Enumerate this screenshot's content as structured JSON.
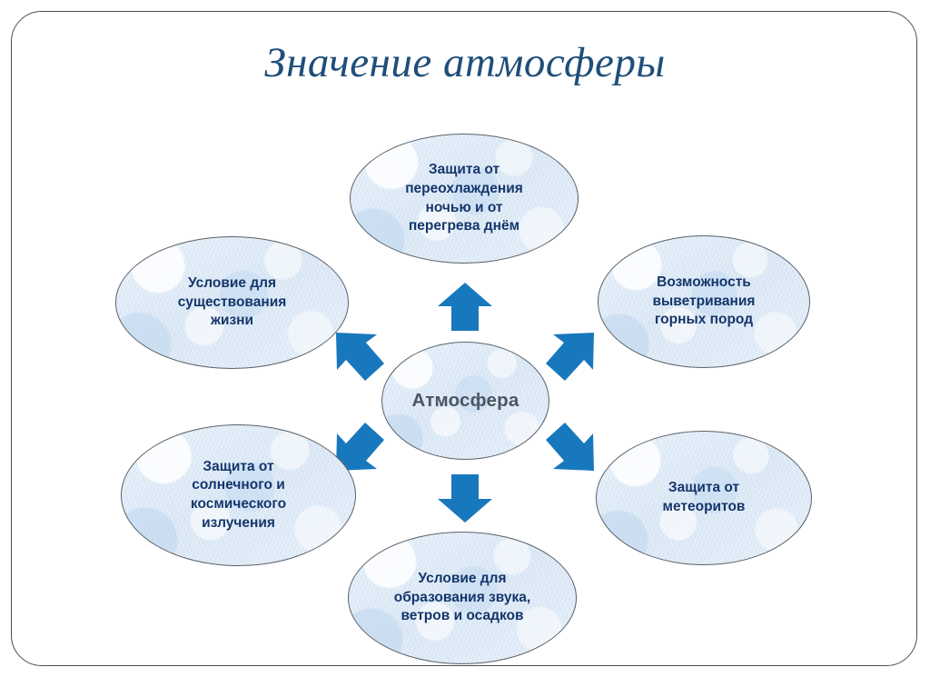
{
  "slide": {
    "title": "Значение атмосферы",
    "background_color": "#ffffff",
    "frame_color": "#4d4d4d",
    "title_color": "#1f4e79"
  },
  "diagram": {
    "type": "radial-hub-and-spoke",
    "node_fill_color": "#dde9f6",
    "node_border_color": "#5b6269",
    "node_text_color": "#15366b",
    "arrow_color": "#1878bd",
    "center": {
      "label": "Атмосфера",
      "text_color": "#4a5663"
    },
    "nodes": [
      {
        "position": "top",
        "label": "Защита от переохлаждения ночью и от перегрева днём",
        "lines": [
          "Защита от",
          "переохлаждения",
          "ночью и от",
          "перегрева днём"
        ]
      },
      {
        "position": "top-right",
        "label": "Возможность выветривания горных пород",
        "lines": [
          "Возможность",
          "выветривания",
          "горных пород"
        ]
      },
      {
        "position": "bottom-right",
        "label": "Защита от метеоритов",
        "lines": [
          "Защита от",
          "метеоритов"
        ]
      },
      {
        "position": "bottom",
        "label": "Условие для образования звука, ветров и осадков",
        "lines": [
          "Условие для",
          "образования звука,",
          "ветров и осадков"
        ]
      },
      {
        "position": "bottom-left",
        "label": "Защита от солнечного и космического излучения",
        "lines": [
          "Защита от",
          "солнечного и",
          "космического",
          "излучения"
        ]
      },
      {
        "position": "top-left",
        "label": "Условие для существования жизни",
        "lines": [
          "Условие для",
          "существования",
          "жизни"
        ]
      }
    ],
    "arrows": [
      {
        "name": "arrow-up",
        "direction": "up",
        "from": "Атмосфера",
        "to": "Защита от переохлаждения ночью и от перегрева днём"
      },
      {
        "name": "arrow-up-right",
        "direction": "up-right",
        "from": "Атмосфера",
        "to": "Возможность выветривания горных пород"
      },
      {
        "name": "arrow-down-right",
        "direction": "down-right",
        "from": "Атмосфера",
        "to": "Защита от метеоритов"
      },
      {
        "name": "arrow-down",
        "direction": "down",
        "from": "Атмосфера",
        "to": "Условие для образования звука, ветров и осадков"
      },
      {
        "name": "arrow-down-left",
        "direction": "down-left",
        "from": "Атмосфера",
        "to": "Защита от солнечного и космического излучения"
      },
      {
        "name": "arrow-up-left",
        "direction": "up-left",
        "from": "Атмосфера",
        "to": "Условие для существования жизни"
      }
    ]
  }
}
